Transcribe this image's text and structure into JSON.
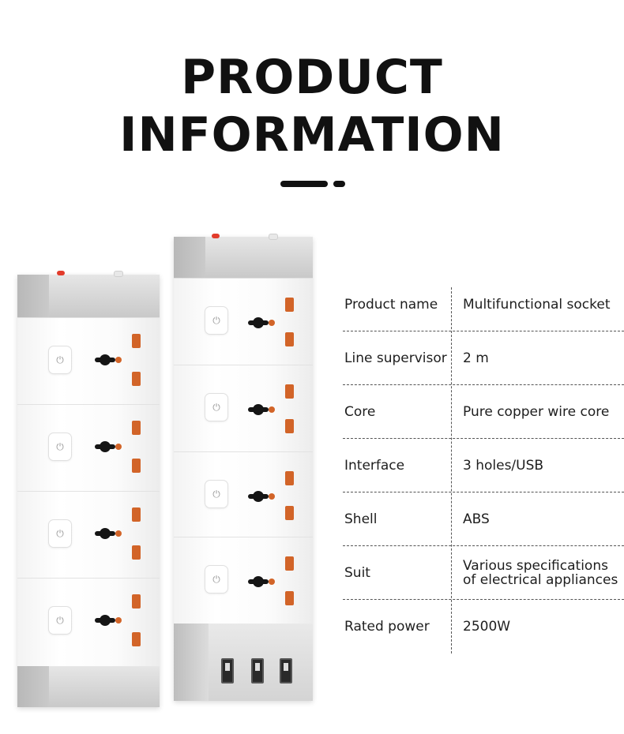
{
  "header": {
    "title_line1": "PRODUCT",
    "title_line2": "INFORMATION"
  },
  "product_image": {
    "left_strip_sockets": 4,
    "right_strip_sockets": 4,
    "right_strip_usb_ports": 3,
    "button_icon": "power-icon",
    "colors": {
      "housing": "#ffffff",
      "cap": "#c9c9c9",
      "socket_pin": "#d26428",
      "indicator_red": "#e23c2b"
    }
  },
  "specs": [
    {
      "label": "Product name",
      "value": "Multifunctional socket"
    },
    {
      "label": "Line supervisor",
      "value": "2 m"
    },
    {
      "label": "Core",
      "value": "Pure copper wire core"
    },
    {
      "label": "Interface",
      "value": "3 holes/USB"
    },
    {
      "label": "Shell",
      "value": "ABS"
    },
    {
      "label": "Suit",
      "value": "Various specifications of electrical appliances"
    },
    {
      "label": "Rated power",
      "value": "2500W"
    }
  ]
}
